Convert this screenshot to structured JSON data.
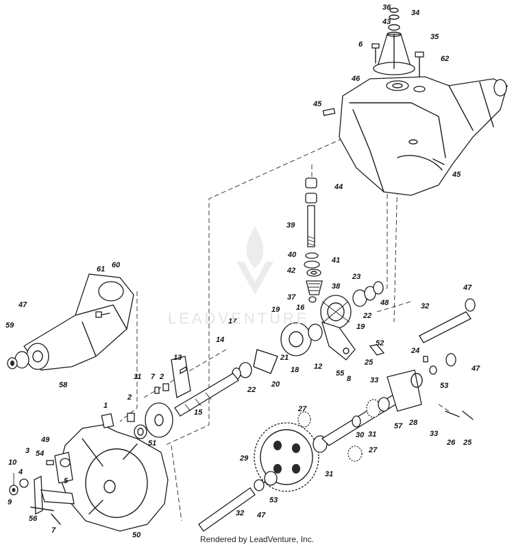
{
  "diagram": {
    "credit": "Rendered by LeadVenture, Inc.",
    "watermark": "LEADVENTURE",
    "labels": [
      {
        "id": "36",
        "text": "36"
      },
      {
        "id": "34",
        "text": "34"
      },
      {
        "id": "43",
        "text": "43"
      },
      {
        "id": "35",
        "text": "35"
      },
      {
        "id": "6a",
        "text": "6"
      },
      {
        "id": "62",
        "text": "62"
      },
      {
        "id": "46",
        "text": "46"
      },
      {
        "id": "45a",
        "text": "45"
      },
      {
        "id": "45b",
        "text": "45"
      },
      {
        "id": "44",
        "text": "44"
      },
      {
        "id": "39",
        "text": "39"
      },
      {
        "id": "40",
        "text": "40"
      },
      {
        "id": "41",
        "text": "41"
      },
      {
        "id": "42",
        "text": "42"
      },
      {
        "id": "38",
        "text": "38"
      },
      {
        "id": "23",
        "text": "23"
      },
      {
        "id": "37",
        "text": "37"
      },
      {
        "id": "48",
        "text": "48"
      },
      {
        "id": "22a",
        "text": "22"
      },
      {
        "id": "19a",
        "text": "19"
      },
      {
        "id": "16",
        "text": "16"
      },
      {
        "id": "19b",
        "text": "19"
      },
      {
        "id": "47a",
        "text": "47"
      },
      {
        "id": "32a",
        "text": "32"
      },
      {
        "id": "52",
        "text": "52"
      },
      {
        "id": "17",
        "text": "17"
      },
      {
        "id": "14",
        "text": "14"
      },
      {
        "id": "12",
        "text": "12"
      },
      {
        "id": "25a",
        "text": "25"
      },
      {
        "id": "24",
        "text": "24"
      },
      {
        "id": "47b",
        "text": "47"
      },
      {
        "id": "55",
        "text": "55"
      },
      {
        "id": "8",
        "text": "8"
      },
      {
        "id": "33a",
        "text": "33"
      },
      {
        "id": "53a",
        "text": "53"
      },
      {
        "id": "21",
        "text": "21"
      },
      {
        "id": "18",
        "text": "18"
      },
      {
        "id": "20",
        "text": "20"
      },
      {
        "id": "22b",
        "text": "22"
      },
      {
        "id": "13",
        "text": "13"
      },
      {
        "id": "61",
        "text": "61"
      },
      {
        "id": "60",
        "text": "60"
      },
      {
        "id": "47c",
        "text": "47"
      },
      {
        "id": "59",
        "text": "59"
      },
      {
        "id": "58",
        "text": "58"
      },
      {
        "id": "11",
        "text": "11"
      },
      {
        "id": "7a",
        "text": "7"
      },
      {
        "id": "2a",
        "text": "2"
      },
      {
        "id": "15",
        "text": "15"
      },
      {
        "id": "1",
        "text": "1"
      },
      {
        "id": "2b",
        "text": "2"
      },
      {
        "id": "51",
        "text": "51"
      },
      {
        "id": "27a",
        "text": "27"
      },
      {
        "id": "28",
        "text": "28"
      },
      {
        "id": "57",
        "text": "57"
      },
      {
        "id": "31a",
        "text": "31"
      },
      {
        "id": "30",
        "text": "30"
      },
      {
        "id": "33b",
        "text": "33"
      },
      {
        "id": "26",
        "text": "26"
      },
      {
        "id": "25b",
        "text": "25"
      },
      {
        "id": "49",
        "text": "49"
      },
      {
        "id": "3",
        "text": "3"
      },
      {
        "id": "54",
        "text": "54"
      },
      {
        "id": "29",
        "text": "29"
      },
      {
        "id": "27b",
        "text": "27"
      },
      {
        "id": "10",
        "text": "10"
      },
      {
        "id": "4",
        "text": "4"
      },
      {
        "id": "9",
        "text": "9"
      },
      {
        "id": "5",
        "text": "5"
      },
      {
        "id": "31b",
        "text": "31"
      },
      {
        "id": "56",
        "text": "56"
      },
      {
        "id": "53b",
        "text": "53"
      },
      {
        "id": "47d",
        "text": "47"
      },
      {
        "id": "32b",
        "text": "32"
      },
      {
        "id": "7b",
        "text": "7"
      },
      {
        "id": "50",
        "text": "50"
      }
    ]
  }
}
